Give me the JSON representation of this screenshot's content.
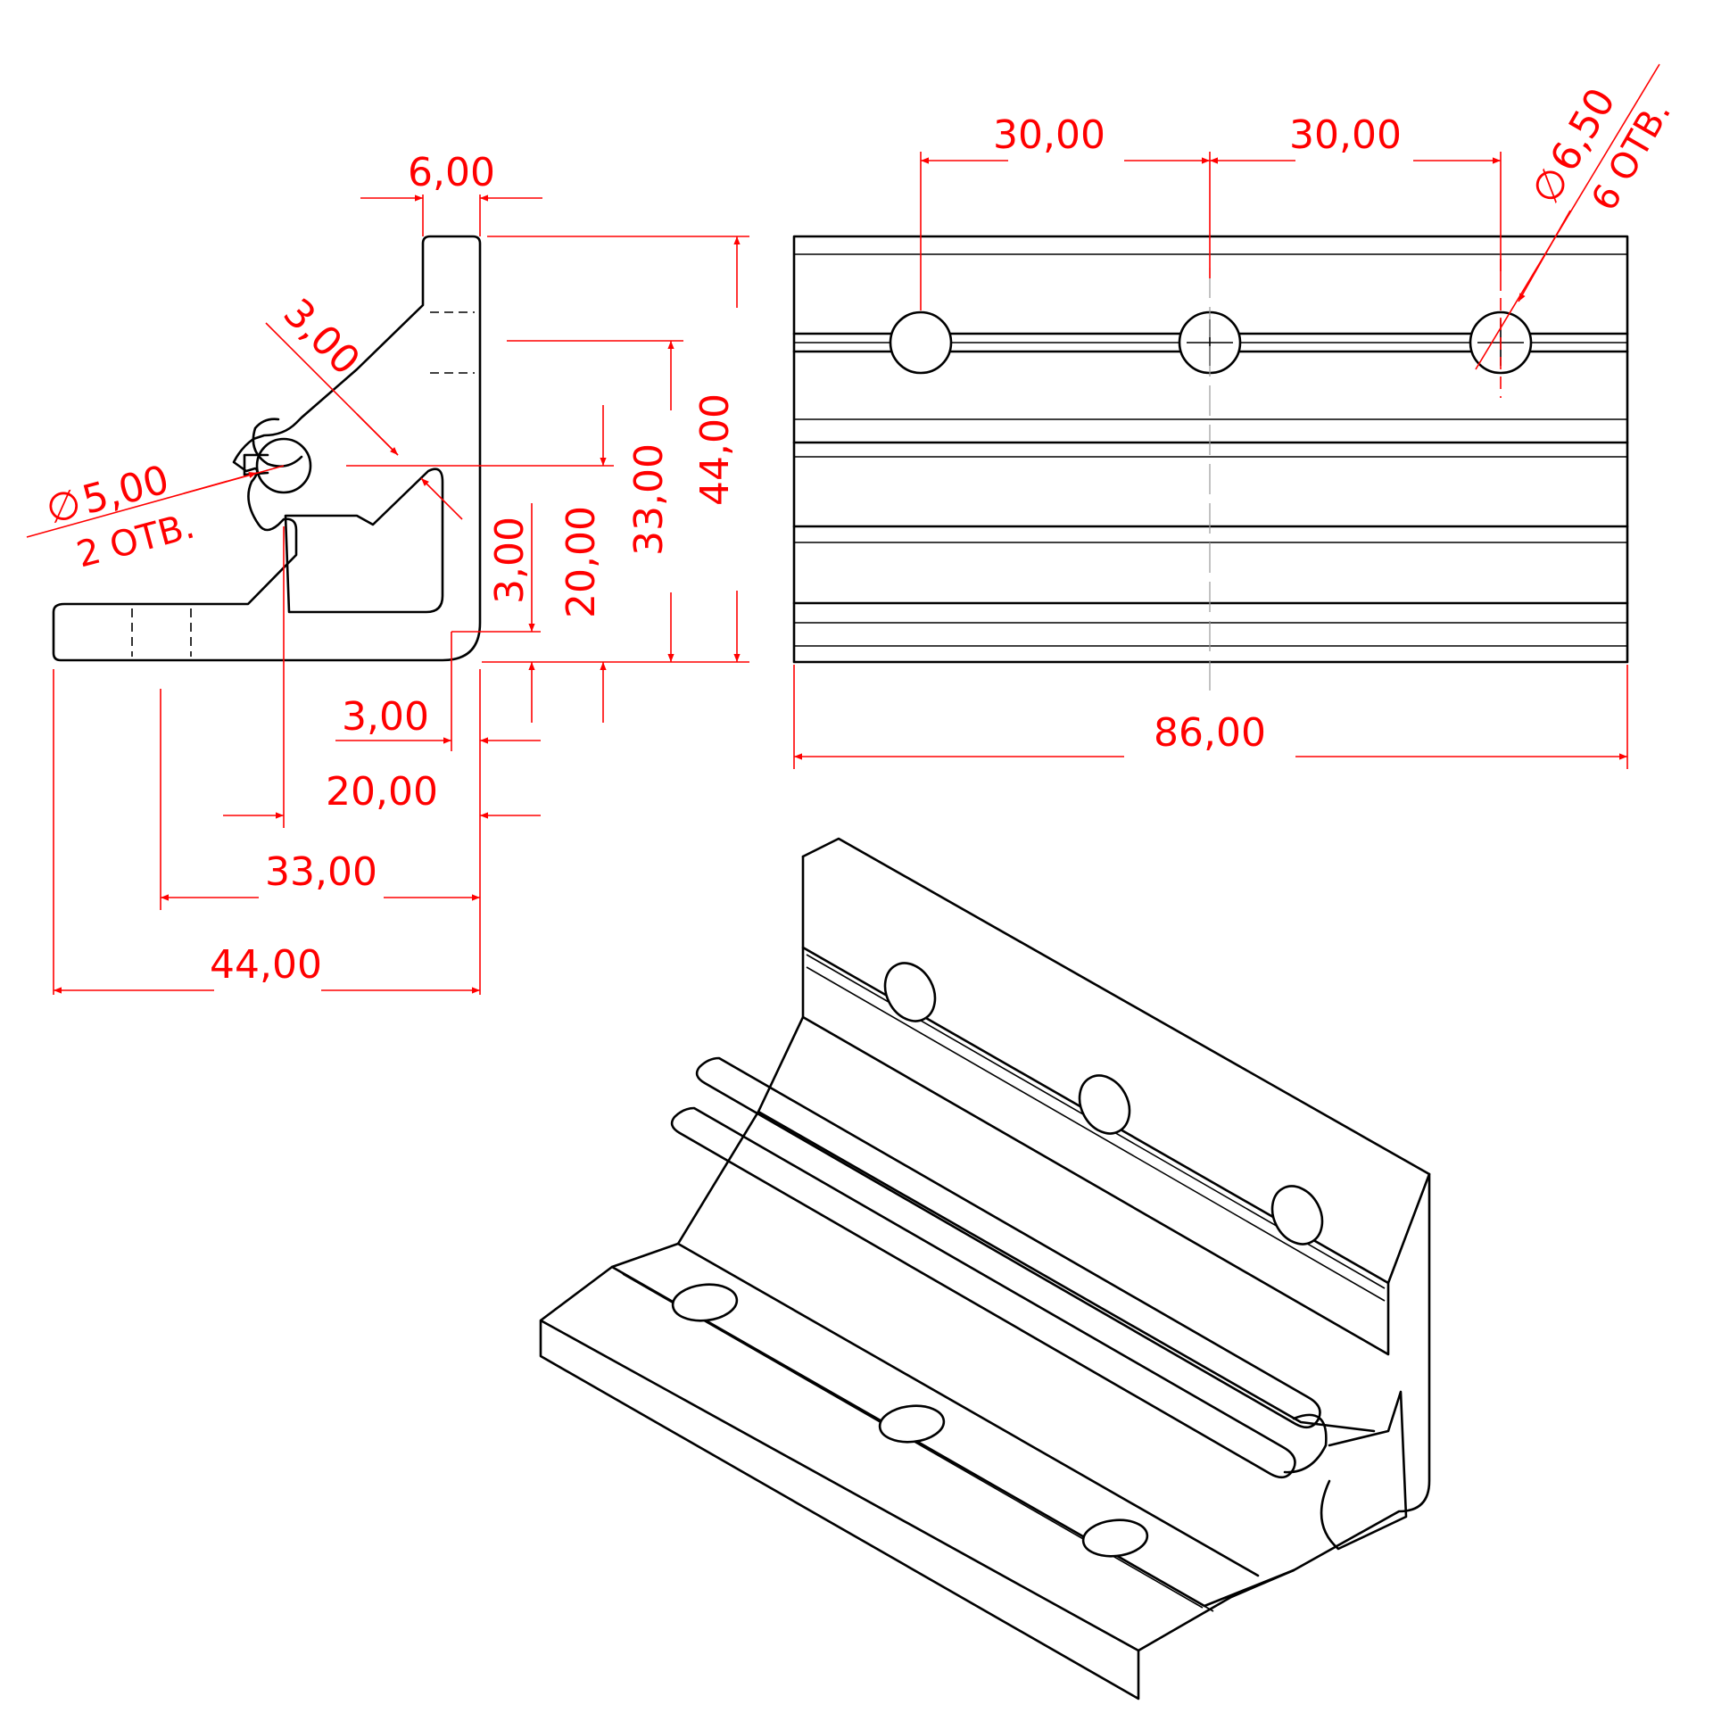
{
  "colors": {
    "dimension": "#ff0000",
    "part_outline": "#000000",
    "centerline": "#999999",
    "background": "#ffffff"
  },
  "section_view": {
    "dims": {
      "top_thickness": "6,00",
      "fillet": "3,00",
      "hole_diameter": "5,00",
      "hole_count": "2 ОТВ.",
      "height_44": "44,00",
      "height_33": "33,00",
      "height_20": "20,00",
      "height_3": "3,00",
      "width_3": "3,00",
      "width_20": "20,00",
      "width_33": "33,00",
      "width_44": "44,00"
    }
  },
  "top_view": {
    "dims": {
      "pitch_1": "30,00",
      "pitch_2": "30,00",
      "hole_diameter": "6,50",
      "hole_count": "6 ОТВ.",
      "length": "86,00"
    }
  },
  "symbols": {
    "diameter": "∅"
  }
}
